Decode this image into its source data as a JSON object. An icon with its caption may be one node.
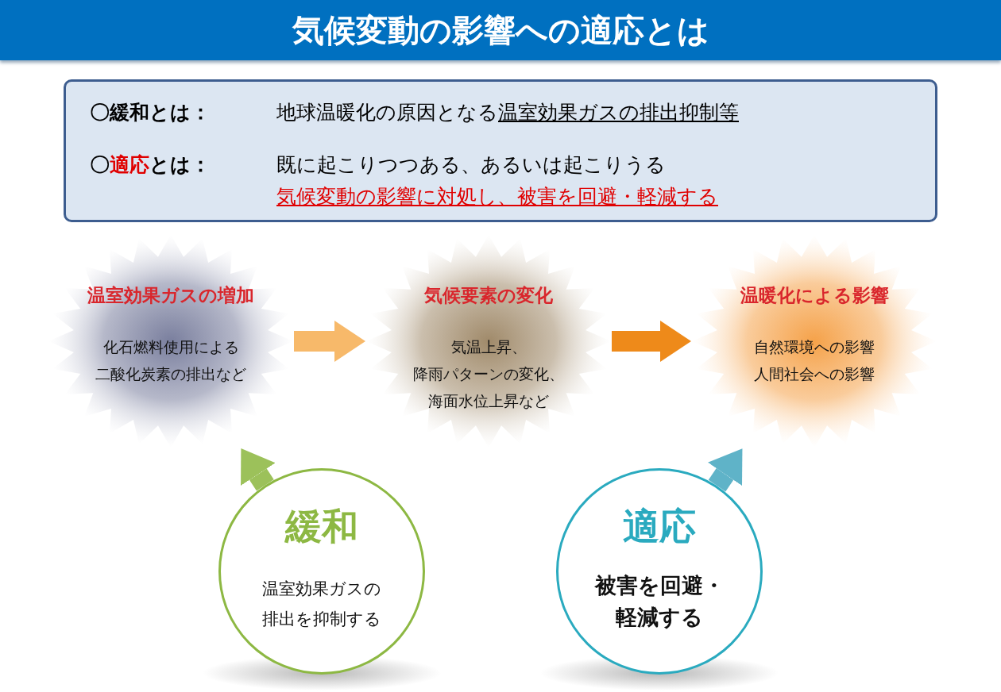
{
  "diagram": {
    "title": "気候変動の影響への適応とは",
    "nodes": [
      {
        "text": [
          "〇緩和とは：",
          "地球温暖化の原因となる**温室効果ガスの排出抑制等**",
          "〇**適応**とは：",
          "既に起こりつつある、あるいは起こりうる",
          "気候変動の影響に対処し、被害を回避・軽減する"
        ]
      },
      {
        "text": [
          "温室効果ガスの増加",
          "化石燃料使用による二酸化炭素の排出など"
        ]
      },
      {
        "text": [
          "気候要素の変化",
          "気温上昇、降雨パターンの変化、海面水位上昇など"
        ]
      },
      {
        "text": [
          "温暖化による影響",
          "自然環境への影響人間社会への影響"
        ]
      },
      {
        "text": [
          "緩和",
          "温室効果ガスの排出を抑制する"
        ]
      },
      {
        "text": [
          "適応",
          "被害を回避・軽減する"
        ]
      }
    ],
    "edges": [
      {
        "from": 1,
        "to": 2,
        "arrow": "to",
        "color": "#f7b96a"
      },
      {
        "from": 2,
        "to": 3,
        "arrow": "to",
        "color": "#ee8a1a"
      },
      {
        "from": 4,
        "to": 1,
        "arrow": "to",
        "color": "#9cc15a"
      },
      {
        "from": 5,
        "to": 3,
        "arrow": "to",
        "color": "#5fb3c8"
      }
    ]
  }
}
